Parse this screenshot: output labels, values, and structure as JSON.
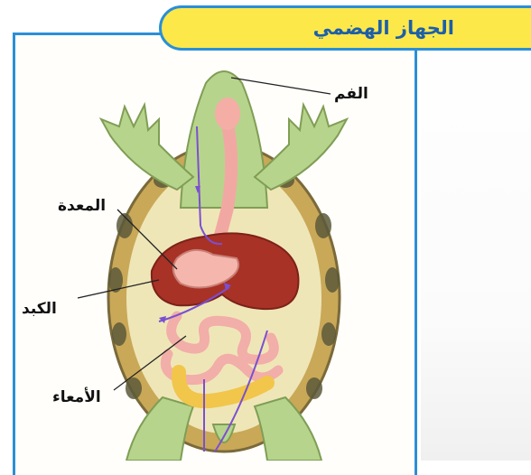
{
  "header": {
    "title": "الجهاز الهضمي"
  },
  "labels": {
    "mouth": "الفم",
    "stomach": "المعدة",
    "liver": "الكبد",
    "intestines": "الأمعاء"
  },
  "colors": {
    "frame_border": "#2a8fd6",
    "title_fill": "#fde84a",
    "title_text": "#1d5fa8",
    "flow_arrow": "#7b4fd1"
  }
}
